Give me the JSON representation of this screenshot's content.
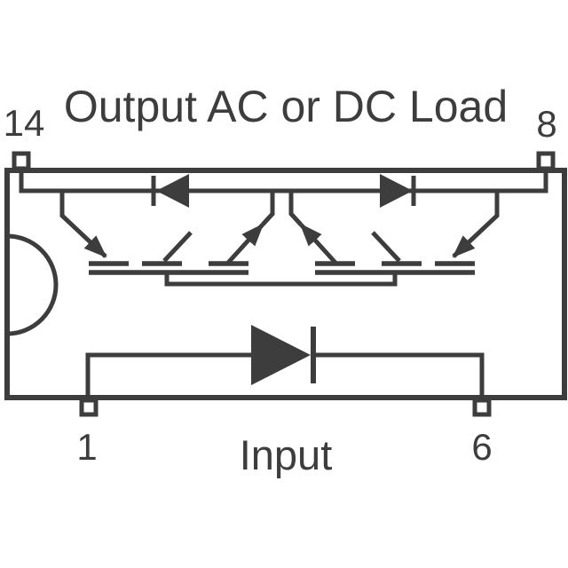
{
  "diagram": {
    "title": "Output AC or DC Load",
    "input_label": "Input",
    "pins": {
      "top_left": "14",
      "top_right": "8",
      "bottom_left": "1",
      "bottom_right": "6"
    },
    "colors": {
      "ink": "#3d3d3d",
      "background": "#ffffff"
    },
    "components": {
      "package_icon": "dip-package-outline",
      "notch_icon": "index-notch",
      "output_diodes_icon": "back-to-back-diodes",
      "switch_icon": "dual-mosfet-switch-array",
      "input_icon": "input-led-diode"
    }
  }
}
